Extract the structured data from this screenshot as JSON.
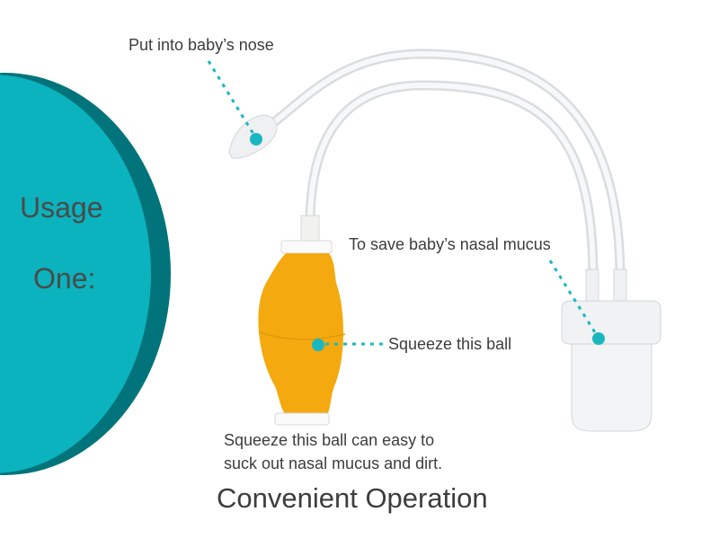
{
  "badge": {
    "line1": "Usage",
    "line2": "One:"
  },
  "callouts": {
    "nose": "Put into baby’s nose",
    "save": "To save baby’s nasal mucus",
    "squeeze": "Squeeze this ball"
  },
  "description": {
    "line1": "Squeeze this ball can easy to",
    "line2": "suck out nasal mucus and dirt."
  },
  "caption": "Convenient Operation",
  "colors": {
    "teal": "#0ab3be",
    "teal_dark": "#00747a",
    "bulb": "#f4a90f",
    "accent_dot": "#1bb7c1"
  }
}
